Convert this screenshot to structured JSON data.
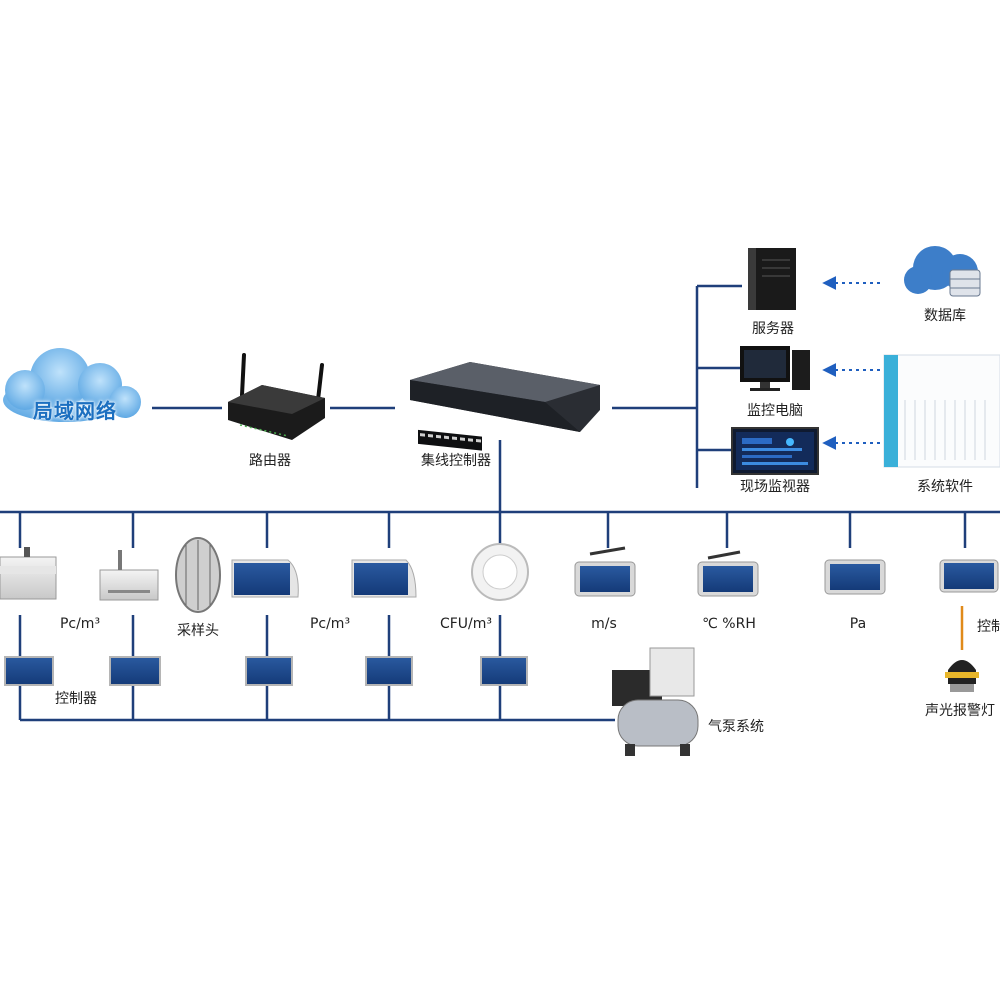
{
  "colors": {
    "line": "#1f3f7a",
    "arrow": "#1f5fbf",
    "device_blue": "#1c4a8a",
    "cloud": "#5aa8e6"
  },
  "network": {
    "cloud_label": "局域网络",
    "router_label": "路由器",
    "hub_label": "集线控制器"
  },
  "servers": {
    "server_label": "服务器",
    "pc_label": "监控电脑",
    "screen_label": "现场监视器",
    "database_label": "数据库",
    "software_label": "系统软件"
  },
  "sensors": {
    "pc1_label": "Pc/m³",
    "sampler_label": "采样头",
    "pc2_label": "Pc/m³",
    "cfu_label": "CFU/m³",
    "speed_label": "m/s",
    "temp_label": "℃  %RH",
    "pressure_label": "Pa",
    "control_label_right": "控制",
    "controller_label": "控制器",
    "vacuum_label": "气泵系统",
    "alarm_label": "声光报警灯"
  }
}
